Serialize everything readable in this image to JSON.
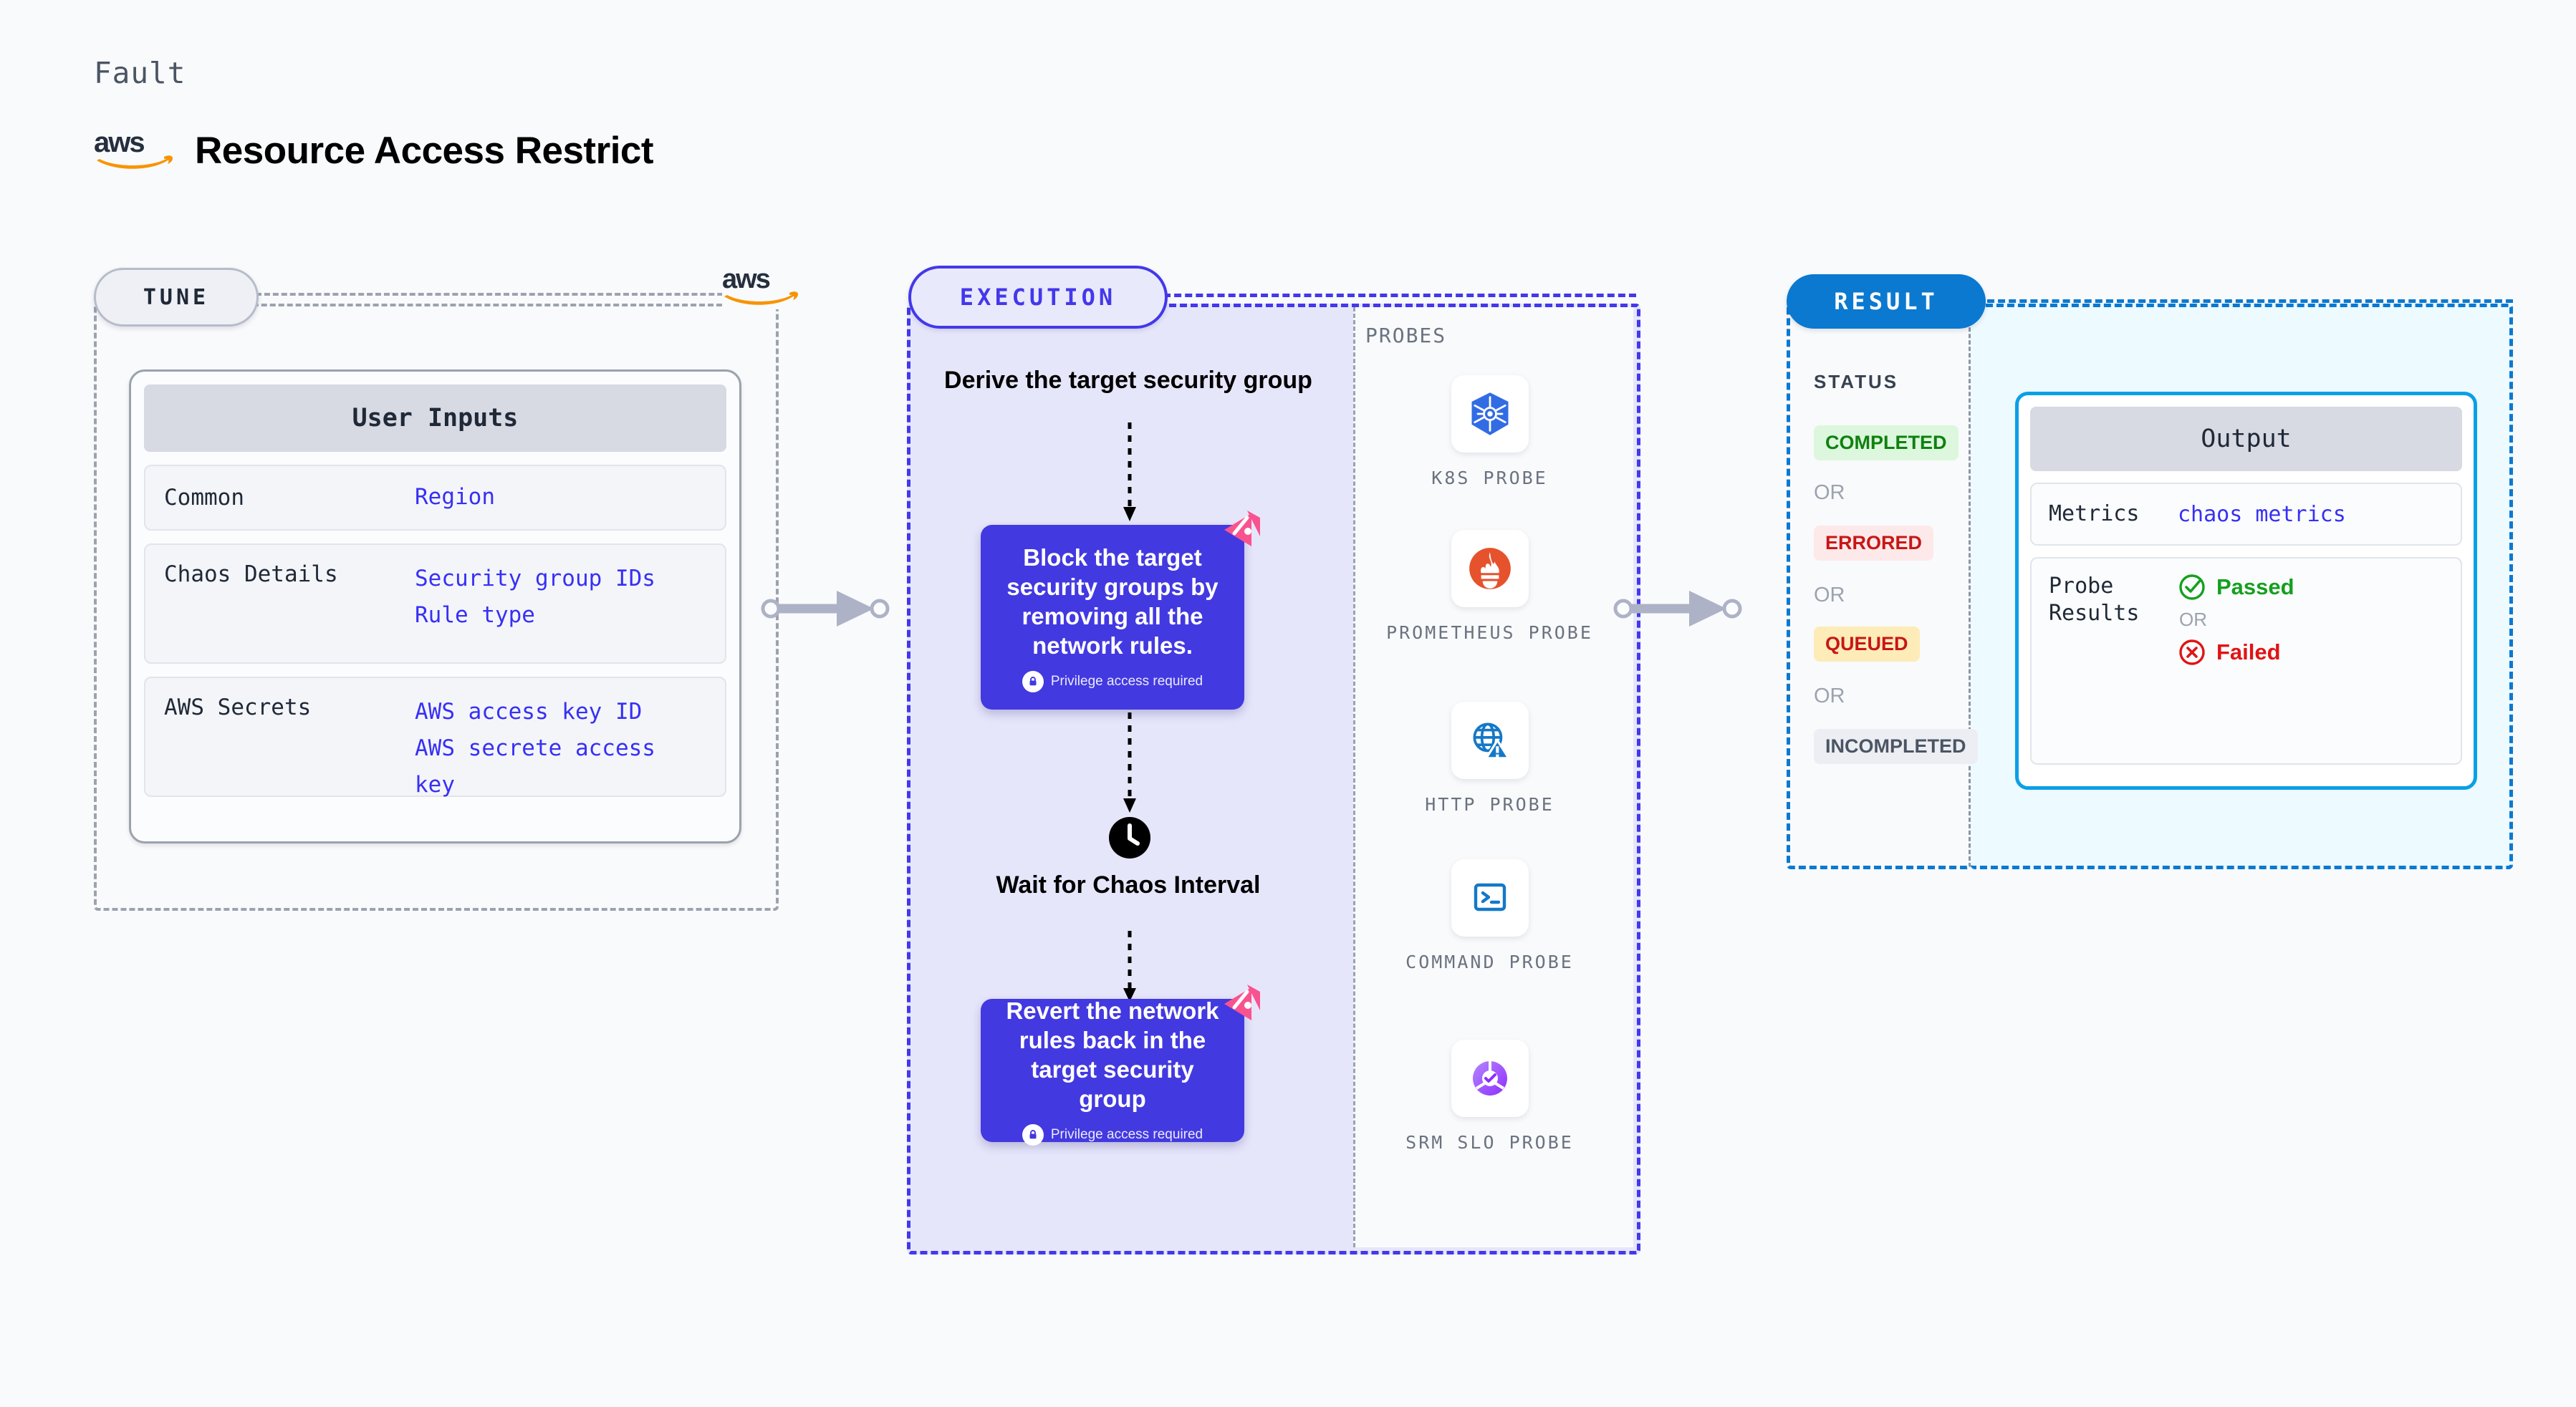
{
  "header": {
    "eyebrow": "Fault",
    "title": "Resource Access Restrict",
    "brand_icon": "aws-logo"
  },
  "tune": {
    "pill_label": "TUNE",
    "brand_icon": "aws-logo",
    "card_title": "User Inputs",
    "rows": [
      {
        "key": "Common",
        "values": [
          "Region"
        ]
      },
      {
        "key": "Chaos Details",
        "values": [
          "Security group IDs",
          "Rule type"
        ]
      },
      {
        "key": "AWS Secrets",
        "values": [
          "AWS access key ID",
          "AWS secrete access key"
        ]
      }
    ]
  },
  "connectors": [
    {
      "name": "tune-to-execution"
    },
    {
      "name": "execution-to-result"
    }
  ],
  "execution": {
    "pill_label": "EXECUTION",
    "derive_label": "Derive the target security group",
    "block_step": {
      "text": "Block the target security groups by removing all the network rules.",
      "privilege_note": "Privilege access required",
      "privilege_icon": "lock-icon",
      "chaos_icon": "chaos-badge-icon"
    },
    "wait_step": {
      "label": "Wait for Chaos Interval",
      "icon": "clock-icon"
    },
    "revert_step": {
      "text": "Revert the network rules back in the target security group",
      "privilege_note": "Privilege access required",
      "privilege_icon": "lock-icon",
      "chaos_icon": "chaos-badge-icon"
    },
    "probes": {
      "title": "PROBES",
      "items": [
        {
          "label": "K8S PROBE",
          "icon": "kubernetes-icon"
        },
        {
          "label": "PROMETHEUS PROBE",
          "icon": "prometheus-icon"
        },
        {
          "label": "HTTP PROBE",
          "icon": "http-globe-warning-icon"
        },
        {
          "label": "COMMAND PROBE",
          "icon": "terminal-icon"
        },
        {
          "label": "SRM SLO PROBE",
          "icon": "srm-slo-icon"
        }
      ]
    }
  },
  "result": {
    "pill_label": "RESULT",
    "status_title": "STATUS",
    "or_label": "OR",
    "statuses": [
      {
        "label": "COMPLETED",
        "bg": "#dcf7dd",
        "fg": "#108010"
      },
      {
        "label": "ERRORED",
        "bg": "#fde9e9",
        "fg": "#c81616"
      },
      {
        "label": "QUEUED",
        "bg": "#fdecb8",
        "fg": "#c81616"
      },
      {
        "label": "INCOMPLETED",
        "bg": "#eceef4",
        "fg": "#4b5563"
      }
    ],
    "output": {
      "title": "Output",
      "metrics_key": "Metrics",
      "metrics_value": "chaos metrics",
      "probe_key": "Probe Results",
      "passed_label": "Passed",
      "failed_label": "Failed",
      "or_label": "OR",
      "passed_icon": "check-circle-icon",
      "failed_icon": "x-circle-icon"
    }
  },
  "colors": {
    "canvas": "#f9fafb",
    "execution_accent": "#4338ea",
    "execution_fill": "#e6e6fb",
    "result_accent": "#0b79d0",
    "result_fill": "#edfaff",
    "output_border": "#0aa0e6",
    "tune_border": "#9ca3af",
    "link_text": "#3730f5",
    "chaos_badge": "#f9538f",
    "aws_orange": "#f79400"
  }
}
